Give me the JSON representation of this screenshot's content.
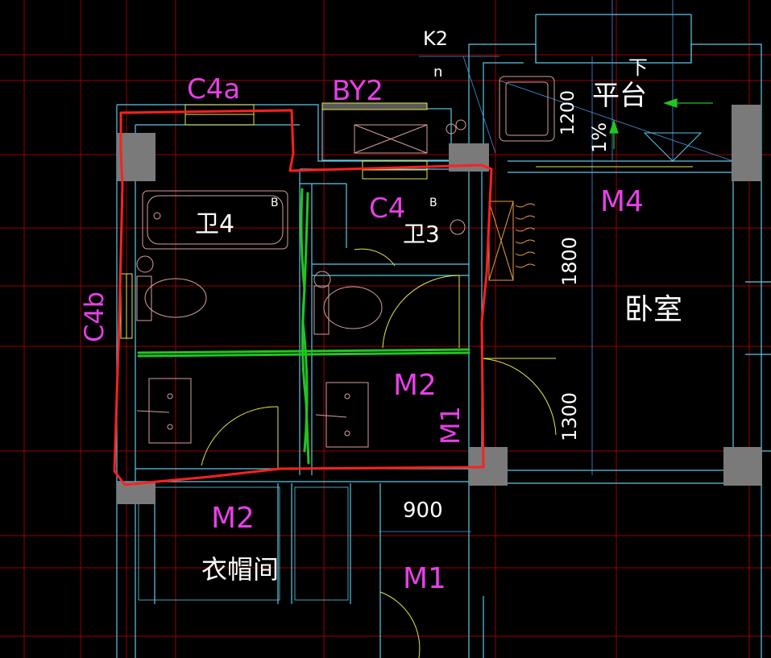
{
  "labels": {
    "c4a": "C4a",
    "by2": "BY2",
    "k2": "K2",
    "n": "n",
    "balcony": "平台",
    "down": "下",
    "dim_1200": "1200",
    "slope": "1%",
    "m4": "M4",
    "c4": "C4",
    "wei4": "卫4",
    "wei3": "卫3",
    "b_left": "B",
    "b_right": "B",
    "c4b": "C4b",
    "dim_1800": "1800",
    "bedroom": "卧室",
    "m2_upper": "M2",
    "m1_upper": "M1",
    "dim_1300": "1300",
    "m2_lower": "M2",
    "dim_900": "900",
    "cloakroom": "衣帽间",
    "m1_lower": "M1"
  },
  "colors": {
    "background": "#000000",
    "wall": "#5ec8e6",
    "grid": "#c80000",
    "column": "#7a7a7a",
    "text_magenta": "#e640e6",
    "text_white": "#ffffff",
    "window": "#e6e650",
    "annotation_red": "#ff2020",
    "annotation_green": "#22c422",
    "fixture": "#d6a0a0",
    "door_arc": "#e6e650"
  }
}
